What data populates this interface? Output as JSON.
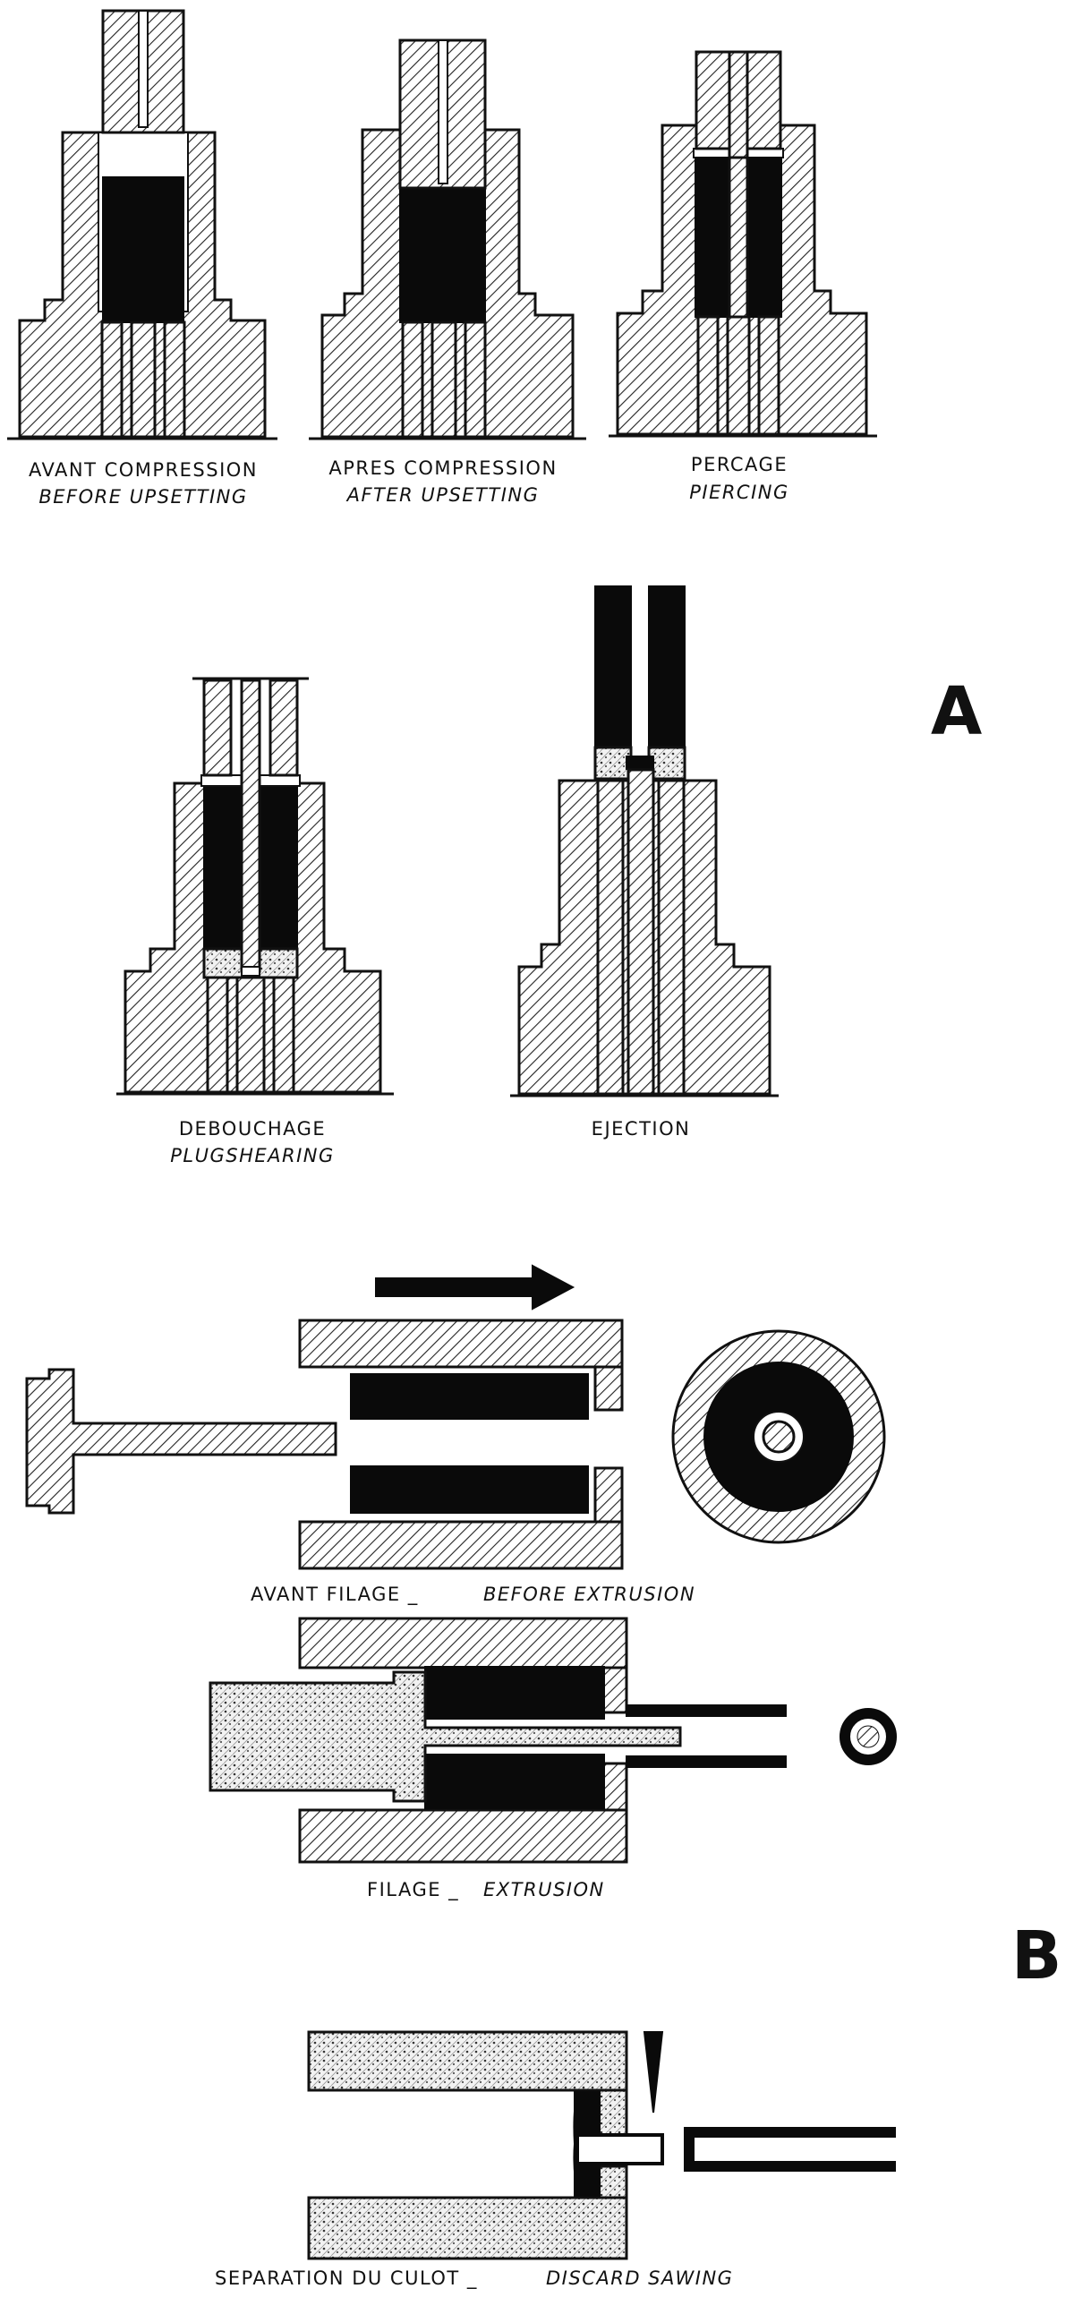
{
  "figure": {
    "section_a": {
      "letter": "A",
      "steps": [
        {
          "fr": "AVANT  COMPRESSION",
          "en": "BEFORE  UPSETTING"
        },
        {
          "fr": "APRES  COMPRESSION",
          "en": "AFTER  UPSETTING"
        },
        {
          "fr": "PERCAGE",
          "en": "PIERCING"
        },
        {
          "fr": "DEBOUCHAGE",
          "en": "PLUGSHEARING"
        },
        {
          "fr": "EJECTION",
          "en": ""
        }
      ]
    },
    "section_b": {
      "letter": "B",
      "steps": [
        {
          "fr": "AVANT  FILAGE  _",
          "en": "BEFORE  EXTRUSION"
        },
        {
          "fr": "FILAGE  _",
          "en": "EXTRUSION"
        },
        {
          "fr": "SEPARATION  DU  CULOT  _",
          "en": "DISCARD    SAWING"
        }
      ]
    }
  }
}
